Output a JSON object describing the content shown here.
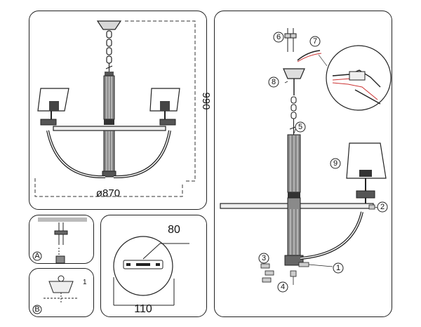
{
  "overview": {
    "height_dim": "990",
    "width_dim": "ø870"
  },
  "mount_detail_a": {
    "label": "A"
  },
  "mount_detail_b": {
    "label": "B",
    "tail_mark": "1"
  },
  "plate_detail": {
    "slot_dim": "80",
    "plate_dim": "110"
  },
  "assembly": {
    "steps": [
      "1",
      "2",
      "3",
      "4",
      "5",
      "6",
      "7",
      "8",
      "9"
    ]
  }
}
